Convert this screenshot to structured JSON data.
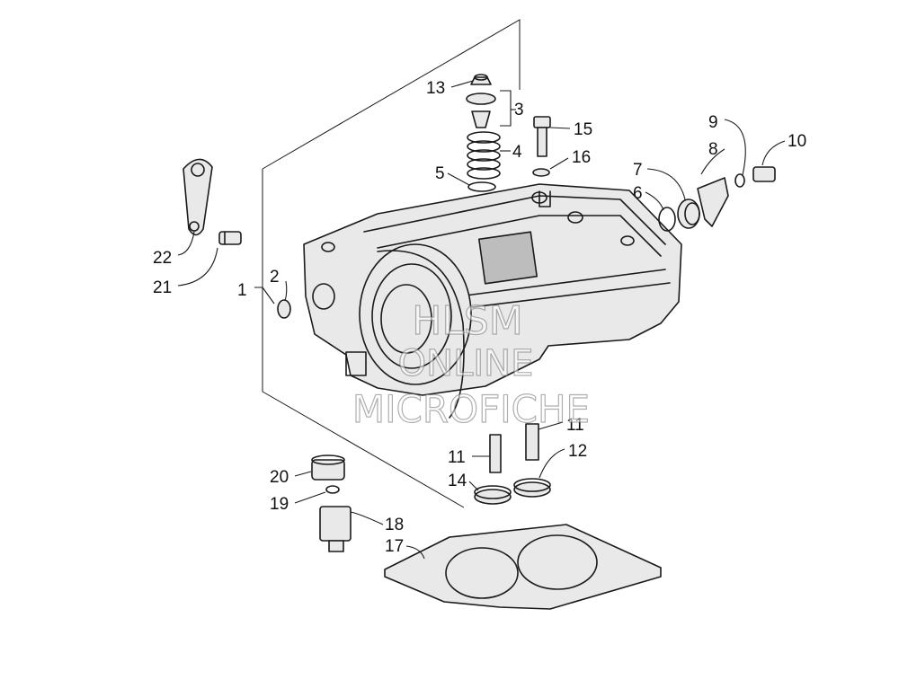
{
  "callouts": [
    {
      "id": "c1",
      "label": "1"
    },
    {
      "id": "c2",
      "label": "2"
    },
    {
      "id": "c3",
      "label": "3"
    },
    {
      "id": "c4",
      "label": "4"
    },
    {
      "id": "c5",
      "label": "5"
    },
    {
      "id": "c6",
      "label": "6"
    },
    {
      "id": "c7",
      "label": "7"
    },
    {
      "id": "c8",
      "label": "8"
    },
    {
      "id": "c9",
      "label": "9"
    },
    {
      "id": "c10",
      "label": "10"
    },
    {
      "id": "c11a",
      "label": "11"
    },
    {
      "id": "c11b",
      "label": "11"
    },
    {
      "id": "c12",
      "label": "12"
    },
    {
      "id": "c13",
      "label": "13"
    },
    {
      "id": "c14",
      "label": "14"
    },
    {
      "id": "c15",
      "label": "15"
    },
    {
      "id": "c16",
      "label": "16"
    },
    {
      "id": "c17",
      "label": "17"
    },
    {
      "id": "c18",
      "label": "18"
    },
    {
      "id": "c19",
      "label": "19"
    },
    {
      "id": "c20",
      "label": "20"
    },
    {
      "id": "c21",
      "label": "21"
    },
    {
      "id": "c22",
      "label": "22"
    }
  ],
  "watermark": {
    "line1": "HLSM",
    "line2": "ONLINE",
    "line3": "MICROFICHE"
  }
}
